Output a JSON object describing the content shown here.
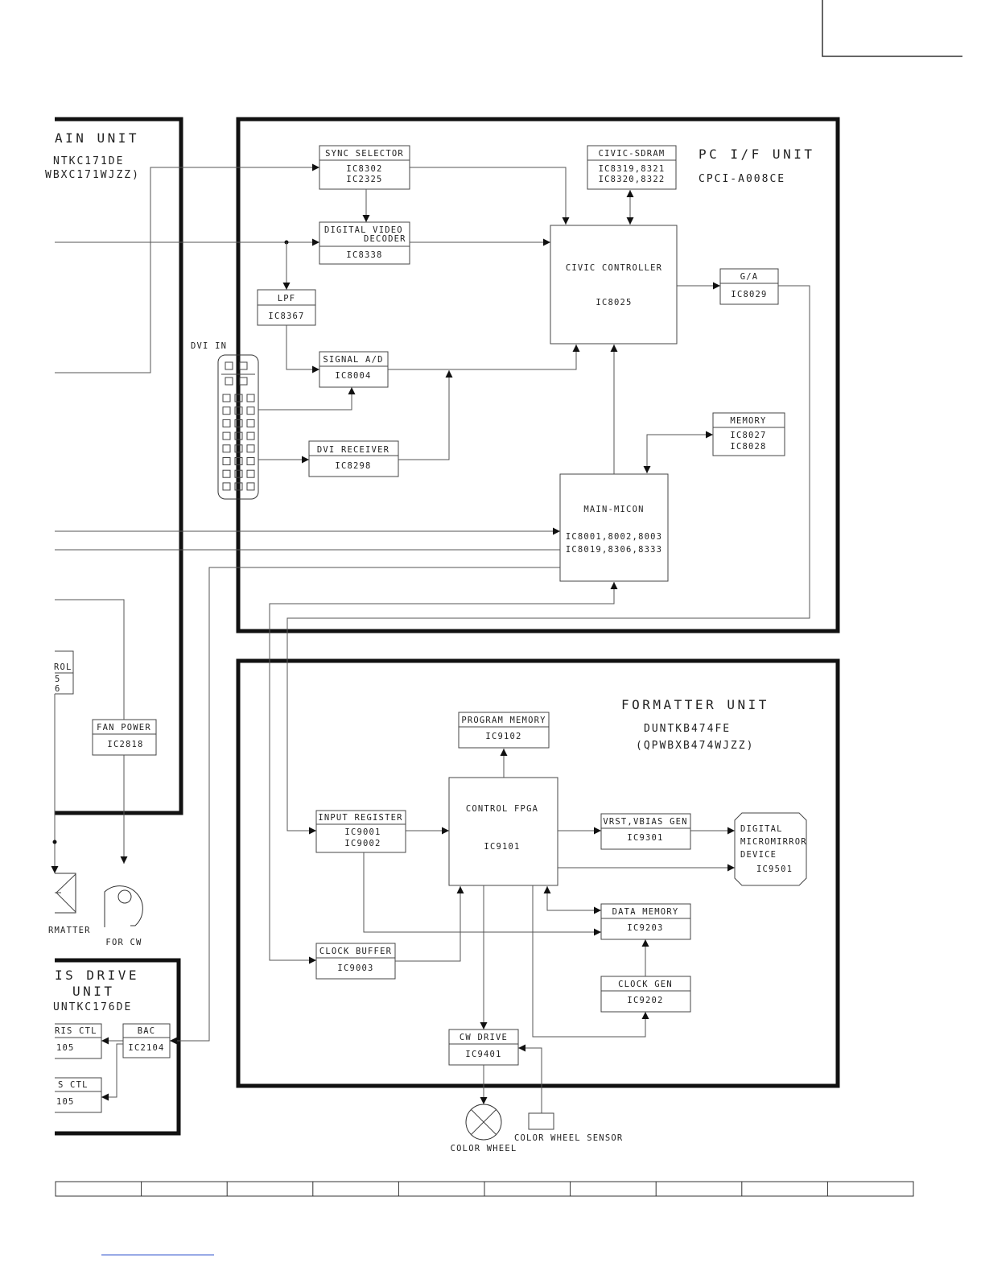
{
  "units": {
    "main": {
      "title": "AIN UNIT",
      "part": "NTKC171DE",
      "pwb": "WBXC171WJZZ)"
    },
    "pcif": {
      "title": "PC I/F UNIT",
      "part": "CPCI-A008CE"
    },
    "formatter": {
      "title": "FORMATTER UNIT",
      "part": "DUNTKB474FE",
      "pwb": "(QPWBXB474WJZZ)"
    },
    "iris": {
      "title1": "IS DRIVE",
      "title2": "UNIT",
      "part": "UNTKC176DE"
    }
  },
  "blocks": {
    "sync_selector": {
      "name": "SYNC SELECTOR",
      "ic1": "IC8302",
      "ic2": "IC2325"
    },
    "dvd": {
      "name1": "DIGITAL VIDEO",
      "name2": "DECODER",
      "ic": "IC8338"
    },
    "lpf": {
      "name": "LPF",
      "ic": "IC8367"
    },
    "signal_ad": {
      "name": "SIGNAL A/D",
      "ic": "IC8004"
    },
    "dvi_receiver": {
      "name": "DVI RECEIVER",
      "ic": "IC8298"
    },
    "civic_sdram": {
      "name": "CIVIC-SDRAM",
      "ic1": "IC8319,8321",
      "ic2": "IC8320,8322"
    },
    "civic_controller": {
      "name": "CIVIC CONTROLLER",
      "ic": "IC8025"
    },
    "ga": {
      "name": "G/A",
      "ic": "IC8029"
    },
    "memory": {
      "name": "MEMORY",
      "ic1": "IC8027",
      "ic2": "IC8028"
    },
    "main_micon": {
      "name": "MAIN-MICON",
      "ic1": "IC8001,8002,8003",
      "ic2": "IC8019,8306,8333"
    },
    "program_memory": {
      "name": "PROGRAM MEMORY",
      "ic": "IC9102"
    },
    "input_register": {
      "name": "INPUT REGISTER",
      "ic1": "IC9001",
      "ic2": "IC9002"
    },
    "control_fpga": {
      "name": "CONTROL FPGA",
      "ic": "IC9101"
    },
    "vrst": {
      "name": "VRST,VBIAS GEN",
      "ic": "IC9301"
    },
    "dmd": {
      "line1": "DIGITAL",
      "line2": "MICROMIRROR",
      "line3": "DEVICE",
      "ic": "IC9501"
    },
    "data_memory": {
      "name": "DATA MEMORY",
      "ic": "IC9203"
    },
    "clock_gen": {
      "name": "CLOCK GEN",
      "ic": "IC9202"
    },
    "clock_buffer": {
      "name": "CLOCK BUFFER",
      "ic": "IC9003"
    },
    "cw_drive": {
      "name": "CW DRIVE",
      "ic": "IC9401"
    },
    "fan_power": {
      "name": "FAN POWER",
      "ic": "IC2818"
    },
    "rol": {
      "name": "ROL",
      "ic1": "5",
      "ic2": "6"
    },
    "bac": {
      "name": "BAC",
      "ic": "IC2104"
    },
    "iris_ctl1": {
      "name": "RIS CTL",
      "ic": "105"
    },
    "iris_ctl2": {
      "name": "S CTL",
      "ic": "105"
    }
  },
  "labels": {
    "dvi_in": "DVI IN",
    "color_wheel": "COLOR WHEEL",
    "color_wheel_sensor": "COLOR WHEEL SENSOR",
    "formatter_fan": "RMATTER",
    "for_cw": "FOR CW"
  }
}
